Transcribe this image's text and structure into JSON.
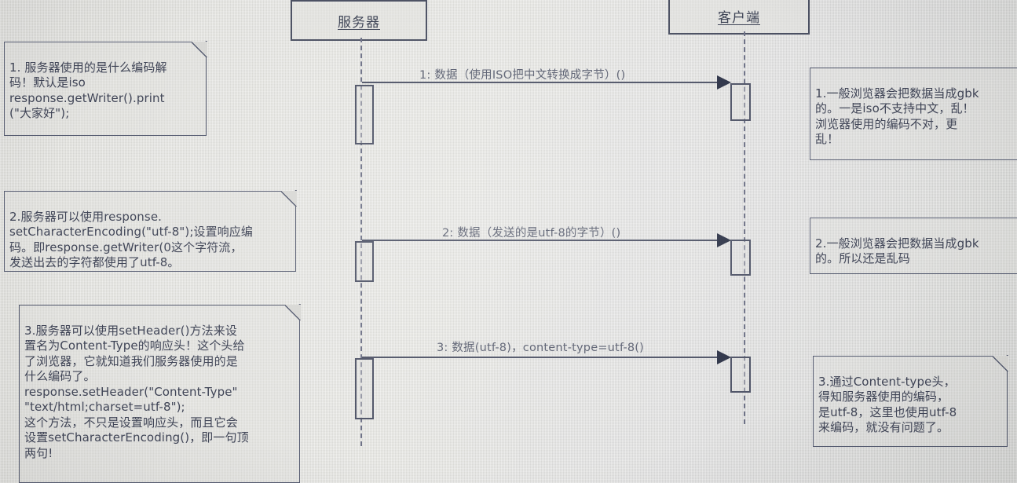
{
  "diagram": {
    "type": "uml-sequence-diagram",
    "title": "Servlet response encoding sequence diagram",
    "colors": {
      "background": "#e0e0dc",
      "stroke": "#4f5467",
      "text": "#3f4456",
      "label_text": "#5a5f70",
      "arrow_fill": "#2e3448"
    }
  },
  "participants": [
    {
      "id": "server",
      "label": "服务器"
    },
    {
      "id": "client",
      "label": "客户端"
    }
  ],
  "messages": [
    {
      "index": "1",
      "label": "1: 数据（使用ISO把中文转换成字节）()",
      "from": "server",
      "to": "client"
    },
    {
      "index": "2",
      "label": "2: 数据（发送的是utf-8的字节）()",
      "from": "server",
      "to": "client"
    },
    {
      "index": "3",
      "label": "3: 数据(utf-8)，content-type=utf-8()",
      "from": "server",
      "to": "client"
    }
  ],
  "notes_left": [
    {
      "id": "note-left-1",
      "text": "1. 服务器使用的是什么编码解\n码！默认是iso\nresponse.getWriter().print\n(\"大家好\");"
    },
    {
      "id": "note-left-2",
      "text": "2.服务器可以使用response.\nsetCharacterEncoding(\"utf-8\");设置响应编\n码。即response.getWriter(0这个字符流，\n发送出去的字符都使用了utf-8。"
    },
    {
      "id": "note-left-3",
      "text": "3.服务器可以使用setHeader()方法来设\n置名为Content-Type的响应头！这个头给\n了浏览器，它就知道我们服务器使用的是\n什么编码了。\nresponse.setHeader(\"Content-Type\"\n\"text/html;charset=utf-8\");\n这个方法，不只是设置响应头，而且它会\n设置setCharacterEncoding()，即一句顶\n两句!"
    }
  ],
  "notes_right": [
    {
      "id": "note-right-1",
      "text": "1.一般浏览器会把数据当成gbk\n的。一是iso不支持中文，乱！\n浏览器使用的编码不对，更\n乱！"
    },
    {
      "id": "note-right-2",
      "text": "2.一般浏览器会把数据当成gbk\n的。所以还是乱码"
    },
    {
      "id": "note-right-3",
      "text": "3.通过Content-type头，\n得知服务器使用的编码，\n是utf-8，这里也使用utf-8\n来编码，就没有问题了。"
    }
  ]
}
